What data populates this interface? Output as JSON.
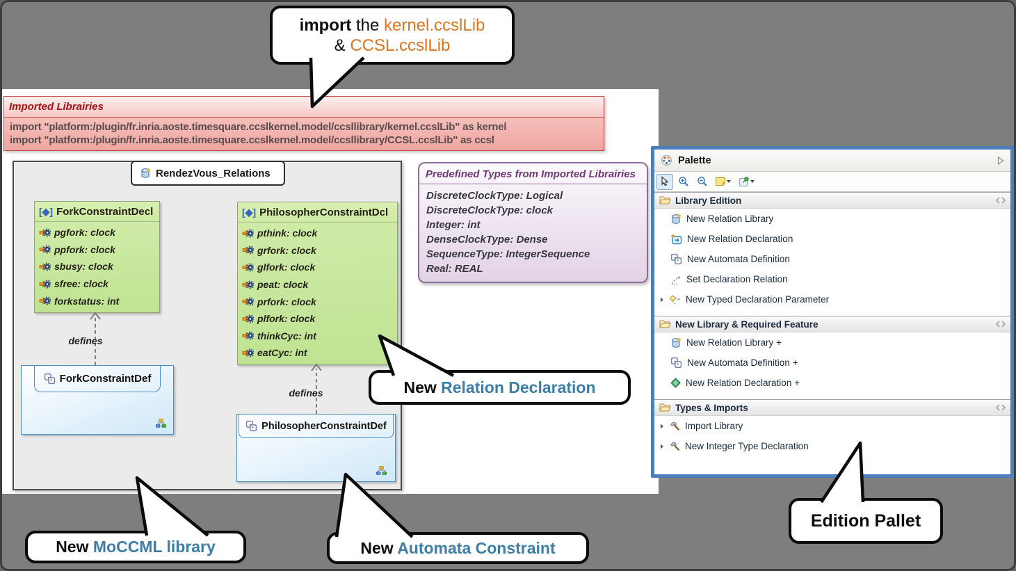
{
  "colors": {
    "accent_orange": "#E0731D",
    "callout_teal": "#3D7EA6",
    "palette_border": "#4A7EBC",
    "imported_red": "#BF4A47",
    "predefined_purple": "#8E6B99",
    "decl_green_fill": "#CDEAA2",
    "def_blue_border": "#4A90C8",
    "background_gray": "#7E7E7E"
  },
  "callouts": {
    "import_note": {
      "bold": "import",
      "mid": " the ",
      "lib1": "kernel.ccslLib",
      "amp": "& ",
      "lib2": "CCSL.ccslLib"
    },
    "relation_declaration": {
      "prefix": "New ",
      "highlight": "Relation Declaration"
    },
    "moccml": {
      "prefix": "New ",
      "highlight": "MoCCML library"
    },
    "automata": {
      "prefix": "New ",
      "highlight": "Automata Constraint"
    },
    "edition_pallet": {
      "label": "Edition Pallet"
    }
  },
  "imported_box": {
    "title": "Imported Librairies",
    "lines": [
      "import \"platform:/plugin/fr.inria.aoste.timesquare.ccslkernel.model/ccsllibrary/kernel.ccslLib\" as kernel",
      "import \"platform:/plugin/fr.inria.aoste.timesquare.ccslkernel.model/ccsllibrary/CCSL.ccslLib\" as ccsl"
    ]
  },
  "diagram": {
    "tab": "RendezVous_Relations",
    "fork_decl": {
      "badge": "[◆]",
      "title": "ForkConstraintDecl",
      "attrs": [
        "pgfork: clock",
        "ppfork: clock",
        "sbusy: clock",
        "sfree: clock",
        "forkstatus: int"
      ]
    },
    "philosopher_decl": {
      "badge": "[◆]",
      "title": "PhilosopherConstraintDcl",
      "attrs": [
        "pthink: clock",
        "grfork: clock",
        "glfork: clock",
        "peat: clock",
        "prfork: clock",
        "plfork: clock",
        "thinkCyc: int",
        "eatCyc: int"
      ]
    },
    "fork_def": {
      "title": "ForkConstraintDef"
    },
    "philosopher_def": {
      "title": "PhilosopherConstraintDef"
    },
    "defines_label_1": "defines",
    "defines_label_2": "defines"
  },
  "predefined_box": {
    "title": "Predefined Types from Imported Librairies",
    "lines": [
      "DiscreteClockType: Logical",
      "DiscreteClockType: clock",
      "Integer: int",
      "DenseClockType: Dense",
      "SequenceType: IntegerSequence",
      "Real: REAL"
    ]
  },
  "palette": {
    "title": "Palette",
    "sections": [
      {
        "label": "Library Edition",
        "items": [
          {
            "label": "New Relation Library"
          },
          {
            "label": "New Relation Declaration"
          },
          {
            "label": "New Automata Definition"
          },
          {
            "label": "Set Declaration Relation"
          },
          {
            "label": "New Typed Declaration Parameter"
          }
        ]
      },
      {
        "label": "New Library & Required Feature",
        "items": [
          {
            "label": "New Relation Library +"
          },
          {
            "label": "New Automata Definition +"
          },
          {
            "label": "New Relation Declaration +"
          }
        ]
      },
      {
        "label": "Types & Imports",
        "items": [
          {
            "label": "Import Library"
          },
          {
            "label": "New Integer Type Declaration"
          }
        ]
      }
    ]
  }
}
